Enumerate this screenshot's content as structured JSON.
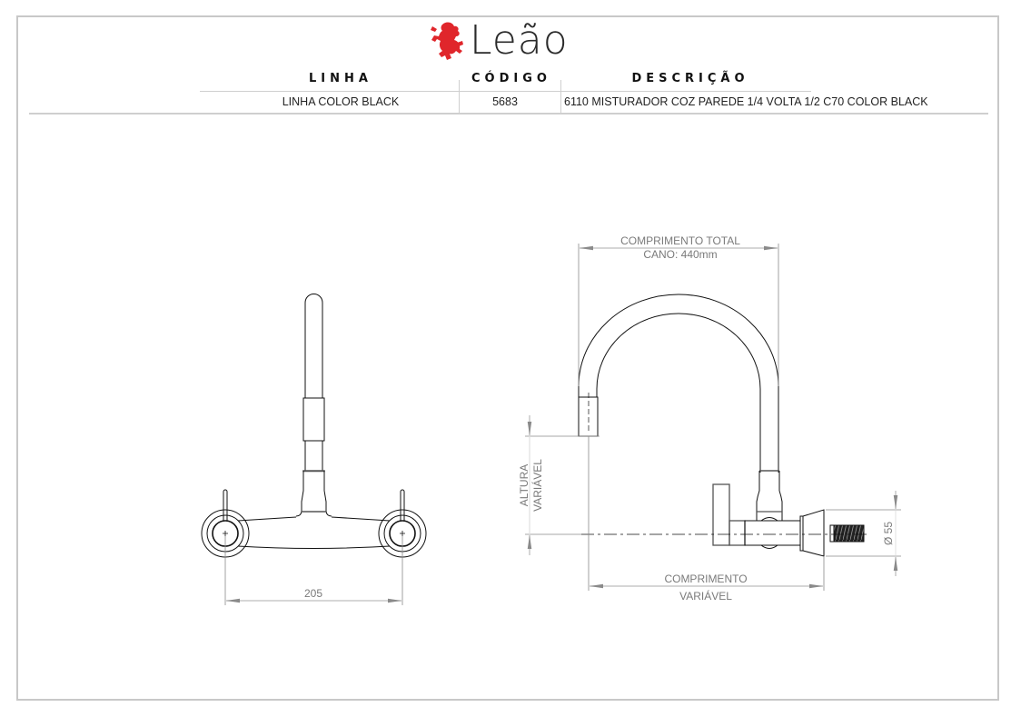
{
  "header": {
    "brand": "Leão",
    "columns": [
      {
        "label": "LINHA",
        "value": "LINHA COLOR BLACK"
      },
      {
        "label": "CÓDIGO",
        "value": "5683"
      },
      {
        "label": "DESCRIÇÃO",
        "value": "6110 MISTURADOR COZ PAREDE 1/4 VOLTA 1/2 C70 COLOR BLACK"
      }
    ]
  },
  "colors": {
    "brand_red": "#e0262b",
    "line": "#111111",
    "dimension": "#8a8a8a",
    "border": "#c8c8c8"
  },
  "front_view": {
    "dimensions": {
      "center_distance": "205"
    }
  },
  "side_view": {
    "dimensions": {
      "spout_total_label": "COMPRIMENTO TOTAL",
      "spout_total_value": "CANO: 440mm",
      "height_label_1": "ALTURA",
      "height_label_2": "VARIÁVEL",
      "length_label_1": "COMPRIMENTO",
      "length_label_2": "VARIÁVEL",
      "diameter": "Ø 55"
    }
  }
}
